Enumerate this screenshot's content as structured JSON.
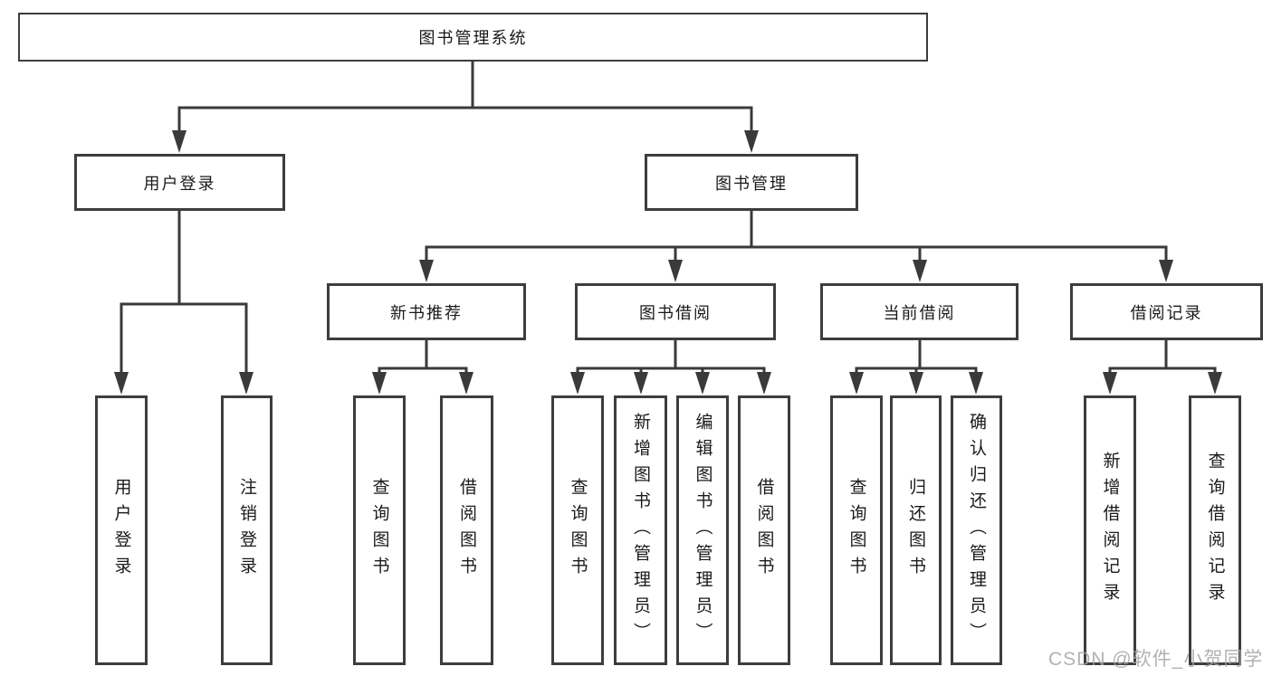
{
  "title": "图书管理系统",
  "level2": {
    "user_login": "用户登录",
    "book_management": "图书管理"
  },
  "level3": {
    "new_book_recommend": "新书推荐",
    "book_borrow": "图书借阅",
    "current_borrow": "当前借阅",
    "borrow_records": "借阅记录"
  },
  "leaves": {
    "user_login": {
      "login": "用户登录",
      "logout": "注销登录"
    },
    "new_book_recommend": {
      "query": "查询图书",
      "borrow": "借阅图书"
    },
    "book_borrow": {
      "query": "查询图书",
      "add": "新增图书（管理员）",
      "edit": "编辑图书（管理员）",
      "borrow": "借阅图书"
    },
    "current_borrow": {
      "query": "查询图书",
      "return": "归还图书",
      "confirm": "确认归还（管理员）"
    },
    "borrow_records": {
      "add": "新增借阅记录",
      "query": "查询借阅记录"
    }
  },
  "watermark": "CSDN @软件_小贺同学",
  "colors": {
    "line": "#3a3a3a",
    "border": "#3d3d3d",
    "text": "#1a1a1a",
    "watermark": "#a4a4a8"
  }
}
